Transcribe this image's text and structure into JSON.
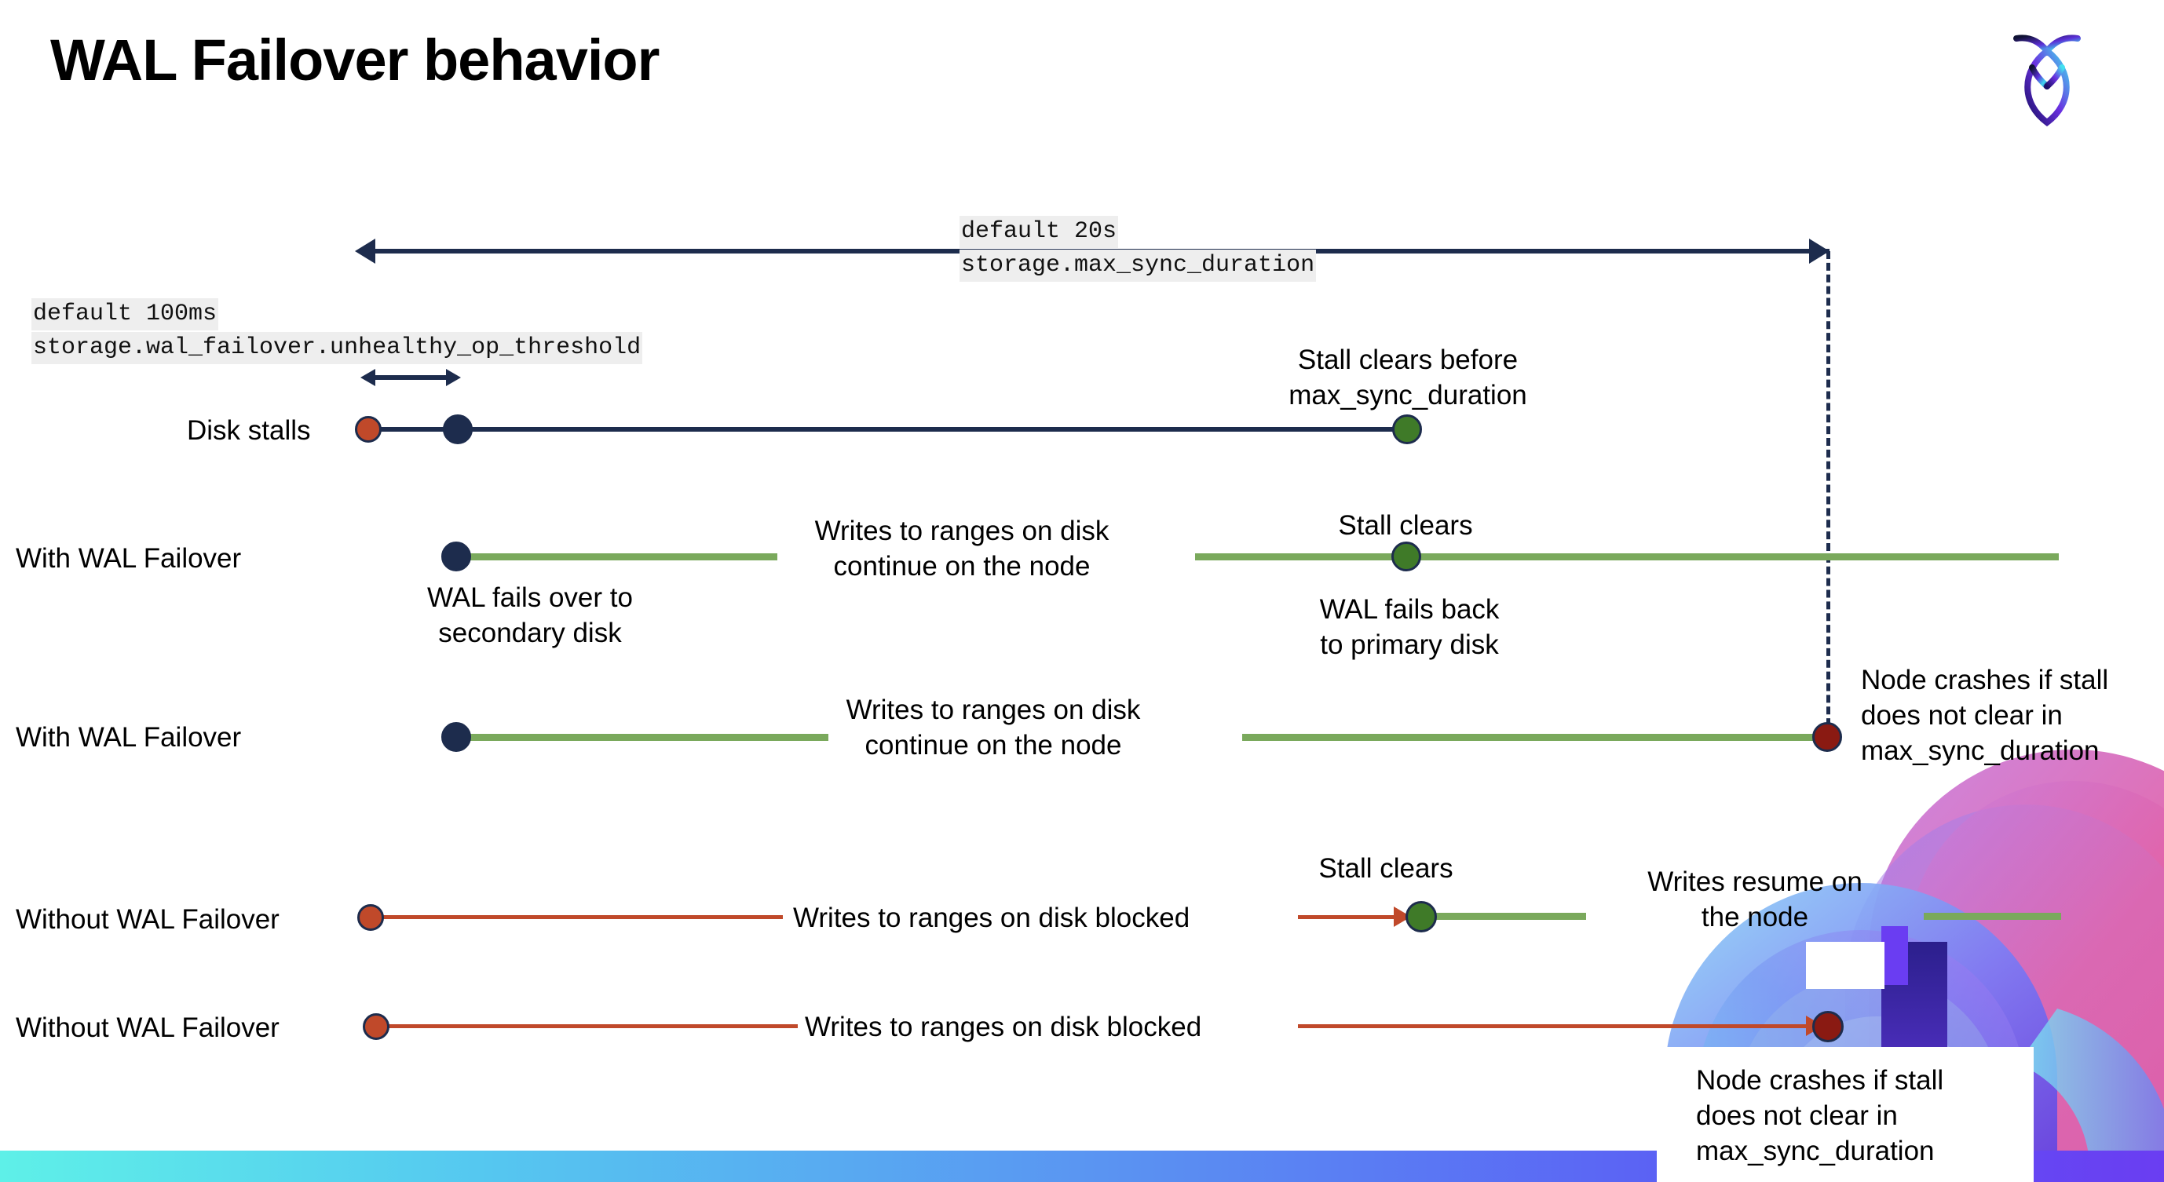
{
  "slide": {
    "title": "WAL Failover behavior",
    "logo_name": "cockroachdb-logo"
  },
  "annotations": {
    "max_sync_default": "default 20s",
    "max_sync_setting": "storage.max_sync_duration",
    "unhealthy_default": "default 100ms",
    "unhealthy_setting": "storage.wal_failover.unhealthy_op_threshold"
  },
  "rows": [
    {
      "label": "Disk stalls"
    },
    {
      "label": "With WAL Failover"
    },
    {
      "label": "With WAL Failover"
    },
    {
      "label": "Without WAL Failover"
    },
    {
      "label": "Without WAL Failover"
    }
  ],
  "notes": {
    "stall_clears_before": "Stall clears before\nmax_sync_duration",
    "stall_clears_before_l1": "Stall clears before",
    "stall_clears_before_l2": "max_sync_duration",
    "writes_continue_l1": "Writes to ranges on disk",
    "writes_continue_l2": "continue on the node",
    "stall_clears": "Stall clears",
    "wal_fails_over_l1": "WAL fails over to",
    "wal_fails_over_l2": "secondary disk",
    "wal_fails_back_l1": "WAL fails  back",
    "wal_fails_back_l2": "to primary disk",
    "node_crashes_l1": "Node crashes if stall",
    "node_crashes_l2": "does not clear in",
    "node_crashes_l3": "max_sync_duration",
    "writes_blocked": "Writes to ranges on disk  blocked",
    "writes_resume_l1": "Writes resume on",
    "writes_resume_l2": "the node"
  },
  "colors": {
    "navy": "#1d2c4d",
    "green_line": "#7aa95c",
    "green_dot": "#3f7a28",
    "red_line": "#c0492a",
    "red_dot": "#c0492a",
    "dark_red_dot": "#8a1a12",
    "code_bg": "#eeeeee",
    "bar_gradient_from": "#5ef0e8",
    "bar_gradient_to": "#6a3df2"
  }
}
